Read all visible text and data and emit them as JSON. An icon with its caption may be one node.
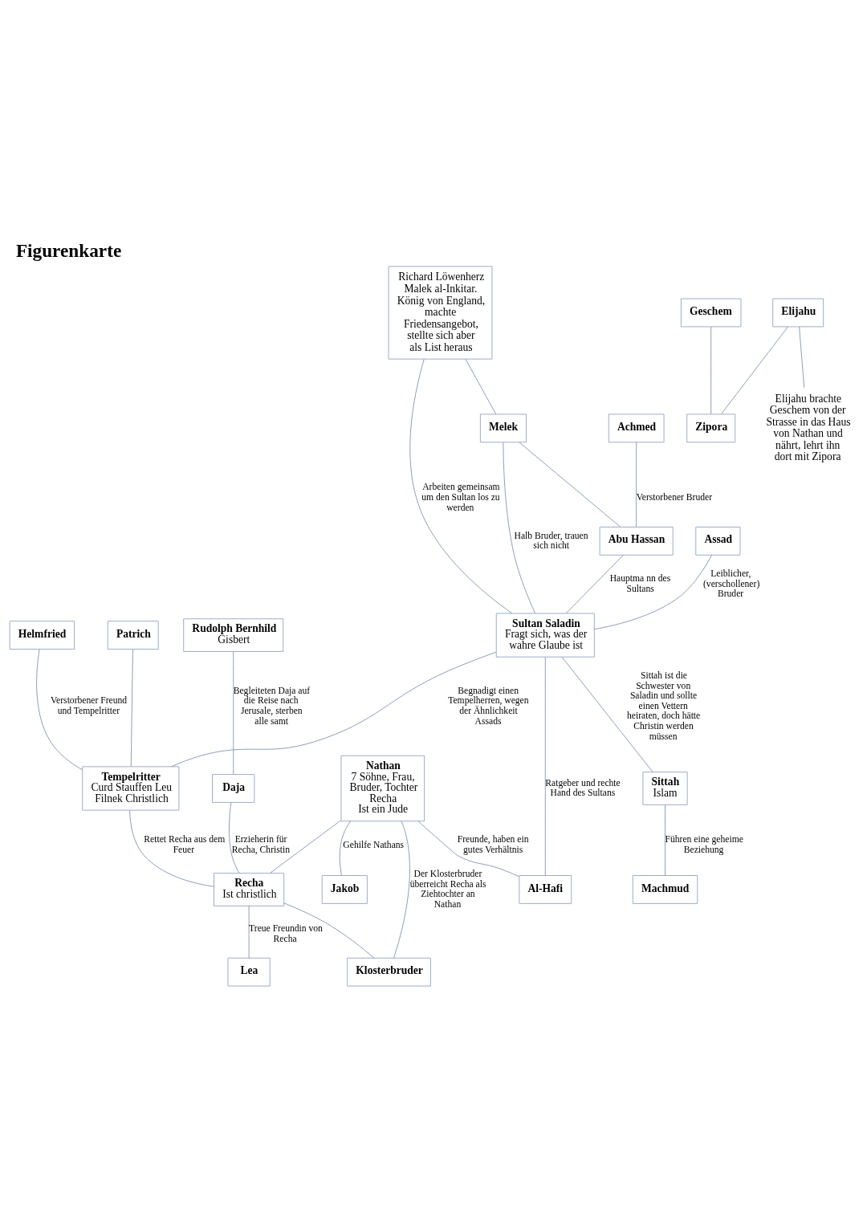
{
  "diagram": {
    "title": "Figurenkarte",
    "nodes": [
      {
        "text": [
          "Richard Löwenherz Malek al-Inkitar. König von England, machte Friedensangebot, stellte sich aber als List heraus"
        ]
      },
      {
        "text": [
          "Achmed"
        ]
      },
      {
        "text": [
          "Helmfried"
        ]
      },
      {
        "text": [
          "Rudolph Bernhild",
          "Gisbert"
        ]
      },
      {
        "text": [
          "Melek"
        ]
      },
      {
        "text": [
          "Abu Hassan"
        ]
      },
      {
        "text": [
          "Patrich"
        ]
      },
      {
        "text": [
          "Tempelritter",
          "Curd Stauffen Leu Filnek Christlich"
        ]
      },
      {
        "text": [
          "Daja"
        ]
      },
      {
        "text": [
          "Sultan Saladin",
          "Fragt sich, was der wahre Glaube ist"
        ]
      },
      {
        "text": [
          "Assad"
        ]
      },
      {
        "text": [
          "Nathan",
          "7 Söhne, Frau, Bruder, Tochter Recha",
          "Ist ein Jude"
        ]
      },
      {
        "text": [
          "Recha",
          "Ist christlich"
        ]
      },
      {
        "text": [
          "Lea"
        ]
      },
      {
        "text": [
          "Al-Hafi"
        ]
      },
      {
        "text": [
          "Klosterbruder"
        ]
      },
      {
        "text": [
          "Sittah",
          "Islam"
        ]
      },
      {
        "text": [
          "Jakob"
        ]
      },
      {
        "text": [
          "Geschem"
        ]
      },
      {
        "text": [
          "Machmud"
        ]
      },
      {
        "text": [
          "Elijahu"
        ]
      },
      {
        "text": [
          "Zipora"
        ]
      },
      {
        "text": [
          "Elijahu brachte Geschem von der Strasse in das Haus von Nathan und nährt, lehrt ihn dort mit Zipora"
        ]
      }
    ],
    "edges": [
      {
        "from": 0,
        "to": 4,
        "arrow": "none"
      },
      {
        "from": 0,
        "to": 9,
        "arrow": "none",
        "label": "Arbeiten gemeinsam um den Sultan los zu werden"
      },
      {
        "from": 4,
        "to": 5,
        "arrow": "none"
      },
      {
        "from": 1,
        "to": 5,
        "arrow": "none",
        "label": "Verstorbener Bruder"
      },
      {
        "from": 4,
        "to": 9,
        "arrow": "none",
        "label": "Halb Bruder, trauen sich nicht"
      },
      {
        "from": 10,
        "to": 9,
        "arrow": "none",
        "label": "Leiblicher, (verschollener) Bruder"
      },
      {
        "from": 5,
        "to": 9,
        "arrow": "none",
        "label": "Hauptma nn des Sultans"
      },
      {
        "from": 9,
        "to": 7,
        "arrow": "none",
        "label": "Begnadigt einen Tempelherren, wegen der Ähnlichkeit Assads"
      },
      {
        "from": 2,
        "to": 7,
        "arrow": "none",
        "label": "Verstorbener Freund und Tempelritter"
      },
      {
        "from": 6,
        "to": 7,
        "arrow": "none"
      },
      {
        "from": 3,
        "to": 8,
        "arrow": "none",
        "label": "Begleiteten Daja auf die Reise nach Jerusale, sterben alle samt"
      },
      {
        "from": 8,
        "to": 12,
        "arrow": "none",
        "label": "Erzieherin für Recha, Christin"
      },
      {
        "from": 7,
        "to": 12,
        "arrow": "none",
        "label": "Rettet Recha aus dem Feuer"
      },
      {
        "from": 11,
        "to": 12,
        "arrow": "none"
      },
      {
        "from": 12,
        "to": 13,
        "arrow": "none",
        "label": "Treue Freundin von Recha"
      },
      {
        "from": 12,
        "to": 15,
        "arrow": "none"
      },
      {
        "from": 11,
        "to": 15,
        "arrow": "none",
        "label": "Der Klosterbruder überreicht Recha als Ziehtochter an Nathan"
      },
      {
        "from": 9,
        "to": 14,
        "arrow": "none",
        "label": "Ratgeber und rechte Hand des Sultans"
      },
      {
        "from": 11,
        "to": 14,
        "arrow": "none",
        "label": "Freunde, haben ein gutes Verhältnis"
      },
      {
        "from": 11,
        "to": 17,
        "arrow": "none",
        "label": "Gehilfe Nathans"
      },
      {
        "from": 9,
        "to": 16,
        "arrow": "none",
        "label": "Sittah ist die Schwester von Saladin und sollte einen Vettern heiraten, doch hätte Christin werden müssen"
      },
      {
        "from": 16,
        "to": 19,
        "arrow": "none",
        "label": "Führen eine geheime Beziehung"
      },
      {
        "from": 20,
        "to": 22,
        "arrow": "none"
      },
      {
        "from": 18,
        "to": 21,
        "arrow": "none"
      },
      {
        "from": 20,
        "to": 21,
        "arrow": "none"
      }
    ]
  }
}
